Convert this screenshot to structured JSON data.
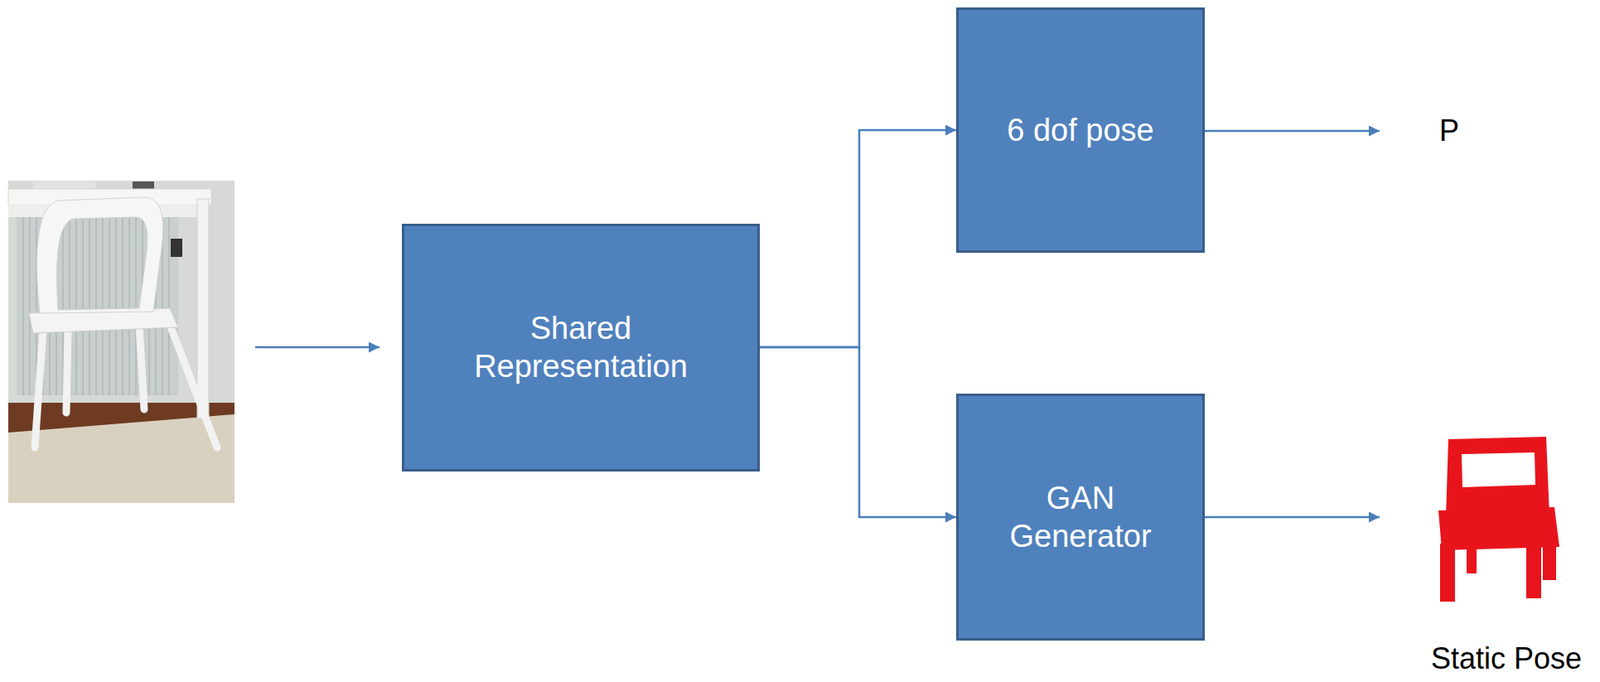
{
  "diagram": {
    "nodes": [
      {
        "text": [
          "Shared Representation"
        ]
      },
      {
        "text": [
          "6 dof pose"
        ]
      },
      {
        "text": [
          "GAN Generator"
        ]
      }
    ],
    "edges": [
      {
        "from": 0,
        "to": 1,
        "arrow": "to"
      },
      {
        "from": 0,
        "to": 2,
        "arrow": "to"
      }
    ],
    "labels": [
      "P",
      "Static Pose"
    ]
  }
}
